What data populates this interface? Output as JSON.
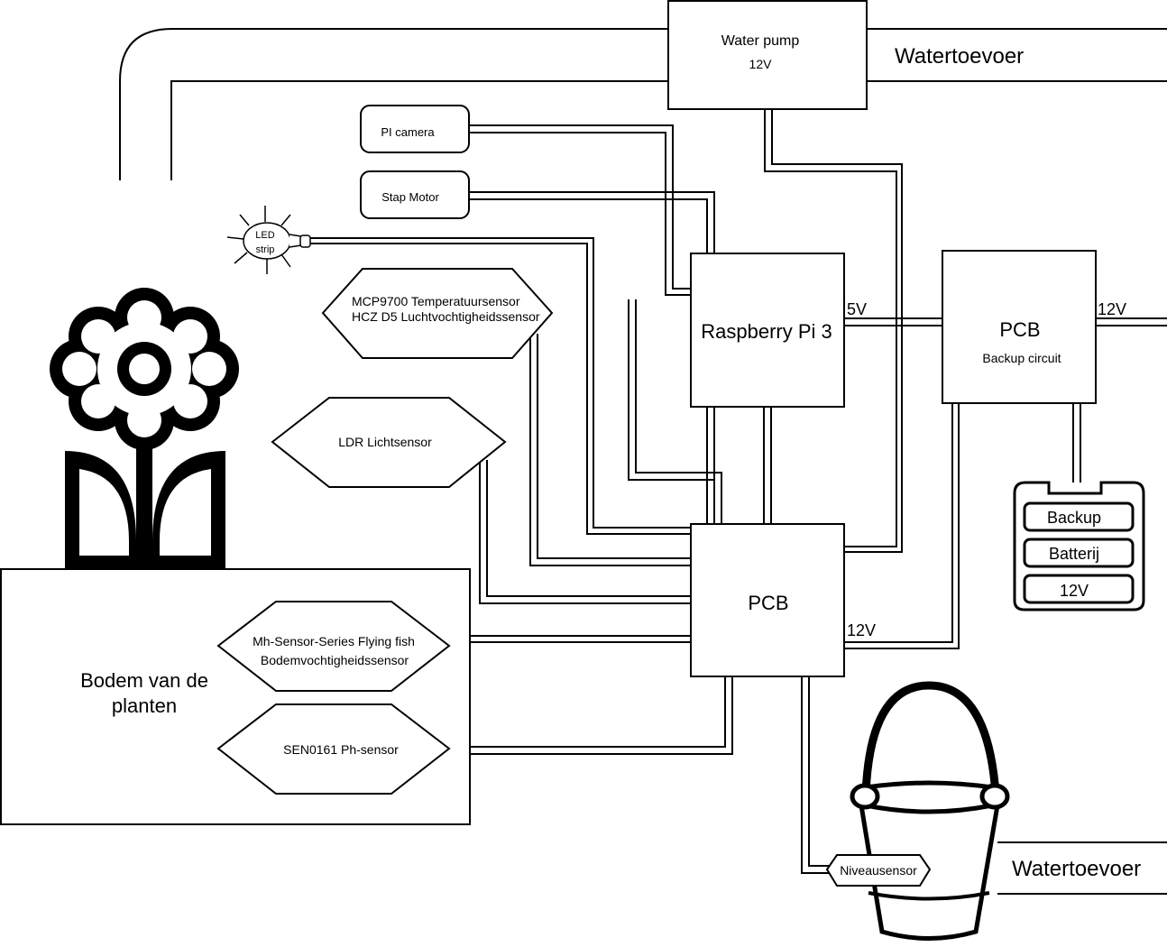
{
  "nodes": {
    "water_pump": {
      "label": "Water pump",
      "sublabel": "12V"
    },
    "watertoevoer_top": {
      "label": "Watertoevoer"
    },
    "watertoevoer_bottom": {
      "label": "Watertoevoer"
    },
    "pi_camera": {
      "label": "PI camera"
    },
    "stap_motor": {
      "label": "Stap Motor"
    },
    "led_strip": {
      "line1": "LED",
      "line2": "strip"
    },
    "temp_humidity": {
      "line1": "MCP9700 Temperatuursensor",
      "line2": "HCZ D5 Luchtvochtigheidssensor"
    },
    "ldr": {
      "label": "LDR Lichtsensor"
    },
    "raspberry_pi": {
      "label": "Raspberry Pi 3"
    },
    "pcb_backup": {
      "label": "PCB",
      "sublabel": "Backup circuit"
    },
    "pcb_main": {
      "label": "PCB"
    },
    "soil_moisture": {
      "line1": "Mh-Sensor-Series Flying fish",
      "line2": "Bodemvochtigheidssensor"
    },
    "ph_sensor": {
      "label": "SEN0161 Ph-sensor"
    },
    "soil_area": {
      "line1": "Bodem van de",
      "line2": "planten"
    },
    "battery": {
      "line1": "Backup",
      "line2": "Batterij",
      "line3": "12V"
    },
    "level_sensor": {
      "label": "Niveausensor"
    }
  },
  "voltage_labels": {
    "pi_5v": "5V",
    "backup_12v": "12V",
    "pcb_12v": "12V"
  },
  "icons": {
    "flower": "flower-icon",
    "bucket": "bucket-icon",
    "bulb": "light-bulb-icon",
    "battery": "battery-icon"
  }
}
